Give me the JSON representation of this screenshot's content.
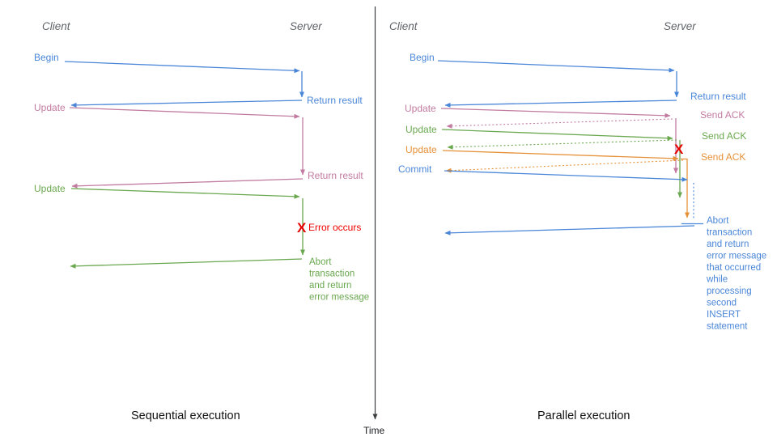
{
  "colors": {
    "blue": "#4a86d8",
    "pink": "#c27ba0",
    "green": "#6aa84f",
    "orange": "#e69138",
    "red": "#ee0000",
    "header_gray": "#5f6368",
    "title_black": "#111111",
    "axis_gray": "#3c4043"
  },
  "time_axis": {
    "label": "Time"
  },
  "left": {
    "title": "Sequential execution",
    "client_header": "Client",
    "server_header": "Server",
    "begin": {
      "label": "Begin",
      "return_label": "Return result"
    },
    "update1": {
      "label": "Update",
      "return_label": "Return result"
    },
    "update2": {
      "label": "Update"
    },
    "error": {
      "marker": "X",
      "label": "Error occurs"
    },
    "abort_lines": [
      "Abort",
      "transaction",
      "and return",
      "error message"
    ]
  },
  "right": {
    "title": "Parallel execution",
    "client_header": "Client",
    "server_header": "Server",
    "begin": {
      "label": "Begin",
      "return_label": "Return result"
    },
    "update1": {
      "label": "Update",
      "ack_label": "Send ACK"
    },
    "update2": {
      "label": "Update",
      "ack_label": "Send ACK"
    },
    "update3": {
      "label": "Update",
      "ack_label": "Send ACK"
    },
    "commit": {
      "label": "Commit"
    },
    "error": {
      "marker": "X"
    },
    "abort_lines": [
      "Abort",
      "transaction",
      "and return",
      "error message",
      "that occurred",
      "while",
      "processing",
      "second",
      "INSERT",
      "statement"
    ]
  }
}
